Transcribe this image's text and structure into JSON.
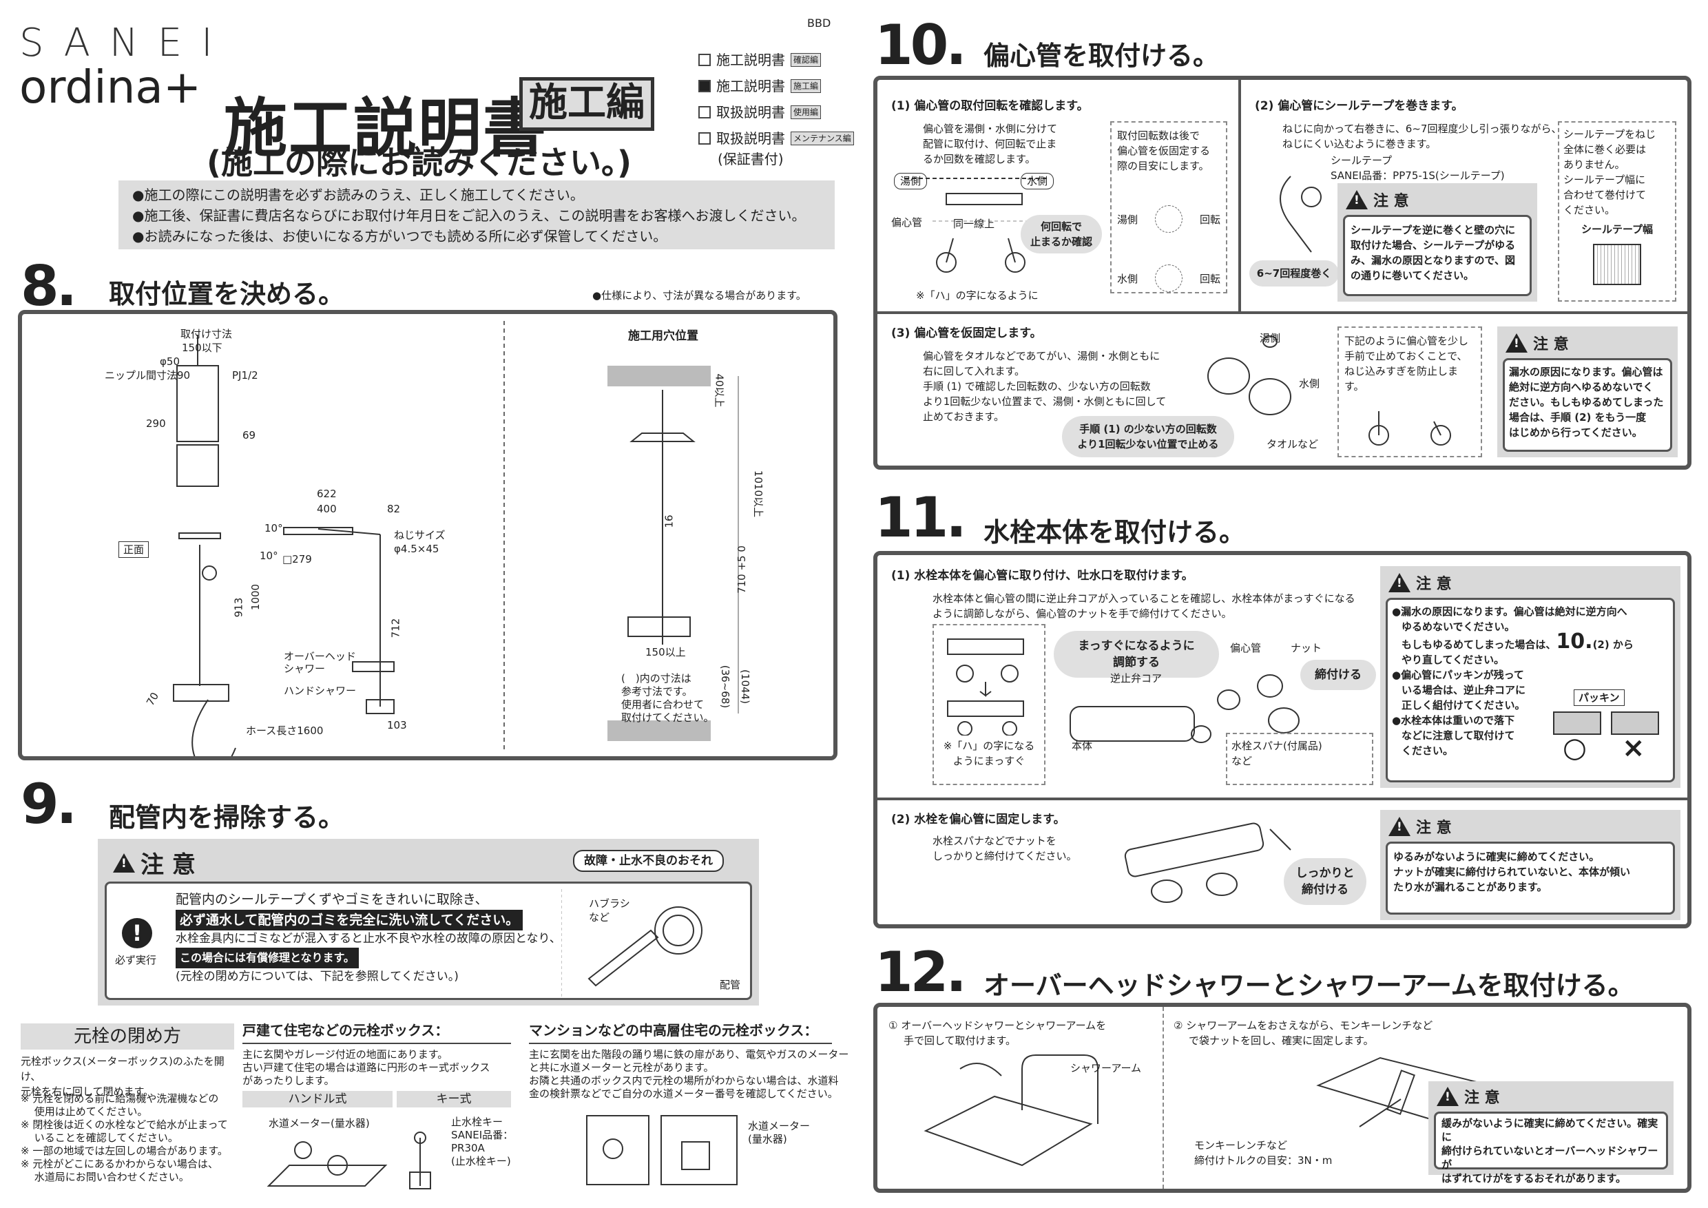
{
  "header": {
    "brand": "SANEI",
    "brand_sub": "ordina+",
    "title": "施工説明書",
    "edition": "施工編",
    "subtitle": "(施工の際にお読みください。)",
    "model": "BBD",
    "doc_list": [
      {
        "label": "施工説明書",
        "tag": "確認編",
        "checked": false
      },
      {
        "label": "施工説明書",
        "tag": "施工編",
        "checked": true
      },
      {
        "label": "取扱説明書",
        "tag": "使用編",
        "checked": false
      },
      {
        "label": "取扱説明書",
        "tag": "メンテナンス編",
        "checked": false
      }
    ],
    "warranty": "(保証書付)",
    "notices": [
      "●施工の際にこの説明書を必ずお読みのうえ、正しく施工してください。",
      "●施工後、保証書に費店名ならびにお取付け年月日をご記入のうえ、この説明書をお客様へお渡しください。",
      "●お読みになった後は、お使いになる方がいつでも読める所に必ず保管してください。"
    ]
  },
  "s8": {
    "num": "8.",
    "title": "取付位置を決める。",
    "note": "●仕様により、寸法が異なる場合があります。",
    "dims": [
      "取付け寸法",
      "150以下",
      "φ50",
      "ニップル間寸法90",
      "PJ1/2",
      "290",
      "69",
      "622",
      "400",
      "82",
      "10°",
      "10°",
      "□279",
      "ねじサイズ",
      "φ4.5×45",
      "正面",
      "913",
      "1000",
      "712",
      "オーバーヘッド",
      "シャワー",
      "ハンドシャワー",
      "70",
      "ホース長さ1600",
      "103"
    ],
    "hole_title": "施工用穴位置",
    "hole_dims": [
      "40以上",
      "1010以上",
      "16",
      "710 +5 0",
      "150以上",
      "(36~68)",
      "(1044)"
    ],
    "hole_note": [
      "(　)内の寸法は",
      "参考寸法です。",
      "使用者に合わせて",
      "取付けてください。"
    ]
  },
  "s9": {
    "num": "9.",
    "title": "配管内を掃除する。",
    "caution": "注 意",
    "risk": "故障・止水不良のおそれ",
    "must": "必ず実行",
    "lines": [
      "配管内のシールテープくずやゴミをきれいに取除き、",
      "必ず通水して配管内のゴミを完全に洗い流してください。",
      "水栓金具内にゴミなどが混入すると止水不良や水栓の故障の原因となり、",
      "この場合には有償修理となります。",
      "(元栓の閉め方については、下記を参照してください。)"
    ],
    "fig_labels": [
      "ハブラシ",
      "など",
      "配管"
    ]
  },
  "valve": {
    "title": "元栓の閉め方",
    "intro": [
      "元栓ボックス(メーターボックス)のふたを開け、",
      "元栓を右に回して閉めます。"
    ],
    "notes": [
      "※ 元栓を閉める前に給湯機や洗濯機などの",
      "　 使用は止めてください。",
      "※ 閉栓後は近くの水栓などで給水が止まって",
      "　 いることを確認してください。",
      "※ 一部の地域では左回しの場合があります。",
      "※ 元栓がどこにあるかわからない場合は、",
      "　 水道局にお問い合わせください。"
    ],
    "house_title": "戸建て住宅などの元栓ボックス：",
    "house_text": [
      "主に玄関やガレージ付近の地面にあります。",
      "古い戸建て住宅の場合は道路に円形のキー式ボックス",
      "があったりします。"
    ],
    "handle": "ハンドル式",
    "key": "キー式",
    "meter": "水道メーター(量水器)",
    "key_label": [
      "止水栓キー",
      "SANEI品番：",
      "PR30A",
      "(止水栓キー)"
    ],
    "mansion_title": "マンションなどの中高層住宅の元栓ボックス：",
    "mansion_text": [
      "主に玄関を出た階段の踊り場に鉄の扉があり、電気やガスのメーター",
      "と共に水道メーターと元栓があります。",
      "お隣と共通のボックス内で元栓の場所がわからない場合は、水道料",
      "金の検針票などでご自分の水道メーター番号を確認してください。"
    ],
    "mansion_meter": [
      "水道メーター",
      "(量水器)"
    ]
  },
  "s10": {
    "num": "10.",
    "title": "偏心管を取付ける。",
    "step1": "(1) 偏心管の取付回転を確認します。",
    "step1_text": [
      "偏心管を湯側・水側に分けて",
      "配管に取付け、何回転で止ま",
      "るか回数を確認します。"
    ],
    "step1_labels": [
      "湯側",
      "水側",
      "偏心管",
      "同一線上",
      "※「ハ」の字になるように"
    ],
    "step1_cloud": [
      "何回転で",
      "止まるか確認"
    ],
    "step1_box": [
      "取付回転数は後で",
      "偏心管を仮固定する",
      "際の目安にします。",
      "湯側",
      "回転",
      "水側",
      "回転"
    ],
    "step2": "(2) 偏心管にシールテープを巻きます。",
    "step2_text": [
      "ねじに向かって右巻きに、6~7回程度少し引っ張りながら、",
      "ねじにくい込むように巻きます。"
    ],
    "step2_tape": [
      "シールテープ",
      "SANEI品番：PP75-1S(シールテープ)"
    ],
    "step2_cloud": "6~7回程度巻く",
    "step2_caution": [
      "シールテープを逆に巻くと壁の穴に",
      "取付けた場合、シールテープがゆる",
      "み、漏水の原因となりますので、図",
      "の通りに巻いてください。"
    ],
    "step2_side": [
      "シールテープをねじ",
      "全体に巻く必要は",
      "ありません。",
      "シールテープ幅に",
      "合わせて巻付けて",
      "ください。",
      "シールテープ幅"
    ],
    "step3": "(3) 偏心管を仮固定します。",
    "step3_text": [
      "偏心管をタオルなどであてがい、湯側・水側ともに",
      "右に回して入れます。",
      "手順 (1) で確認した回転数の、少ない方の回転数",
      "より1回転少ない位置まで、湯側・水側ともに回して",
      "止めておきます。"
    ],
    "step3_cloud": [
      "手順 (1) の少ない方の回転数",
      "より1回転少ない位置で止める"
    ],
    "step3_labels": [
      "湯側",
      "水側",
      "タオルなど"
    ],
    "step3_box": [
      "下記のように偏心管を少し",
      "手前で止めておくことで、",
      "ねじ込みすぎを防止します。"
    ],
    "step3_caution": [
      "漏水の原因になります。偏心管は",
      "絶対に逆方向へゆるめないでく",
      "ださい。もしもゆるめてしまった",
      "場合は、手順 (2) をもう一度",
      "はじめから行ってください。"
    ]
  },
  "s11": {
    "num": "11.",
    "title": "水栓本体を取付ける。",
    "step1": "(1) 水栓本体を偏心管に取り付け、吐水口を取付けます。",
    "step1_text": [
      "水栓本体と偏心管の間に逆止弁コアが入っていることを確認し、水栓本体がまっすぐになる",
      "ように調節しながら、偏心管のナットを手で締付けてください。"
    ],
    "step1_cloud": [
      "まっすぐになるように",
      "調節する"
    ],
    "step1_labels": [
      "偏心管",
      "ナット",
      "逆止弁コア",
      "本体",
      "締付ける",
      "※「ハ」の字になる",
      "ようにまっすぐ",
      "水栓スパナ(付属品)",
      "など"
    ],
    "step1_caution": [
      "●漏水の原因になります。偏心管は絶対に逆方向へ",
      "ゆるめないでください。",
      "もしもゆるめてしまった場合は、",
      "10.",
      "(2) から",
      "やり直してください。",
      "●偏心管にパッキンが残って",
      "いる場合は、逆止弁コアに",
      "正しく組付けてください。",
      "●水栓本体は重いので落下",
      "などに注意して取付けて",
      "ください。",
      "パッキン",
      "○",
      "×"
    ],
    "step2": "(2) 水栓を偏心管に固定します。",
    "step2_text": [
      "水栓スパナなどでナットを",
      "しっかりと締付けてください。"
    ],
    "step2_cloud": [
      "しっかりと",
      "締付ける"
    ],
    "step2_caution": [
      "ゆるみがないように確実に締めてください。",
      "ナットが確実に締付けられていないと、本体が傾い",
      "たり水が漏れることがあります。"
    ]
  },
  "s12": {
    "num": "12.",
    "title": "オーバーヘッドシャワーとシャワーアームを取付ける。",
    "step1": [
      "① オーバーヘッドシャワーとシャワーアームを",
      "手で回して取付けます。"
    ],
    "arm": "シャワーアーム",
    "step2": [
      "② シャワーアームをおさえながら、モンキーレンチなど",
      "で袋ナットを回し、確実に固定します。"
    ],
    "wrench": [
      "モンキーレンチなど",
      "締付けトルクの目安：3N・m"
    ],
    "caution": [
      "緩みがないように確実に締めてください。確実に",
      "締付けられていないとオーバーヘッドシャワーが",
      "はずれてけがをするおそれがあります。"
    ]
  },
  "caution_label": "注 意"
}
